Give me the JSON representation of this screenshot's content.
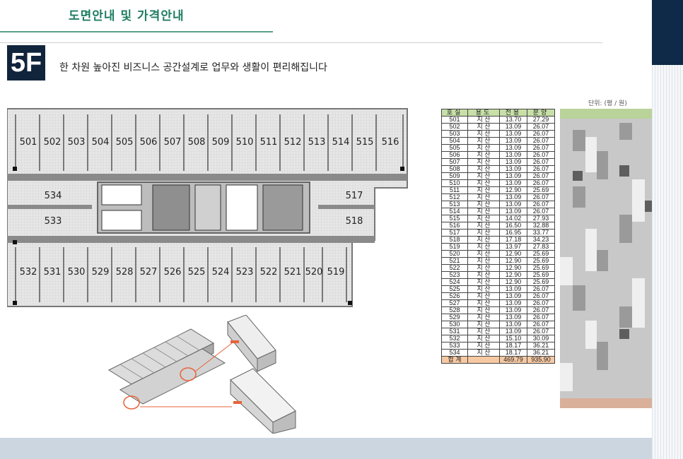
{
  "header": {
    "section_title": "도면안내 및 가격안내",
    "floor_badge": "5F",
    "tagline": "한 차원 높아진 비즈니스 공간설계로 업무와 생활이 편리해집니다"
  },
  "unit_note": "단위: (평 / 원)",
  "floor_plan": {
    "top_rooms": [
      "501",
      "502",
      "503",
      "504",
      "505",
      "506",
      "507",
      "508",
      "509",
      "510",
      "511",
      "512",
      "513",
      "514",
      "515",
      "516"
    ],
    "left_rooms": [
      "534",
      "533"
    ],
    "right_rooms": [
      "517",
      "518"
    ],
    "bottom_rooms": [
      "532",
      "531",
      "530",
      "529",
      "528",
      "527",
      "526",
      "525",
      "524",
      "523",
      "522",
      "521",
      "520",
      "519"
    ]
  },
  "price_table": {
    "headers": [
      "호실",
      "용도",
      "전용",
      "분양"
    ],
    "rows": [
      [
        "501",
        "지 산",
        "13.70",
        "27.29"
      ],
      [
        "502",
        "지 산",
        "13.09",
        "26.07"
      ],
      [
        "503",
        "지 산",
        "13.09",
        "26.07"
      ],
      [
        "504",
        "지 산",
        "13.09",
        "26.07"
      ],
      [
        "505",
        "지 산",
        "13.09",
        "26.07"
      ],
      [
        "506",
        "지 산",
        "13.09",
        "26.07"
      ],
      [
        "507",
        "지 산",
        "13.09",
        "26.07"
      ],
      [
        "508",
        "지 산",
        "13.09",
        "26.07"
      ],
      [
        "509",
        "지 산",
        "13.09",
        "26.07"
      ],
      [
        "510",
        "지 산",
        "13.09",
        "26.07"
      ],
      [
        "511",
        "지 산",
        "12.90",
        "25.69"
      ],
      [
        "512",
        "지 산",
        "13.09",
        "26.07"
      ],
      [
        "513",
        "지 산",
        "13.09",
        "26.07"
      ],
      [
        "514",
        "지 산",
        "13.09",
        "26.07"
      ],
      [
        "515",
        "지 산",
        "14.02",
        "27.93"
      ],
      [
        "516",
        "지 산",
        "16.50",
        "32.88"
      ],
      [
        "517",
        "지 산",
        "16.95",
        "33.77"
      ],
      [
        "518",
        "지 산",
        "17.18",
        "34.23"
      ],
      [
        "519",
        "지 산",
        "13.97",
        "27.83"
      ],
      [
        "520",
        "지 산",
        "12.90",
        "25.69"
      ],
      [
        "521",
        "지 산",
        "12.90",
        "25.69"
      ],
      [
        "522",
        "지 산",
        "12.90",
        "25.69"
      ],
      [
        "523",
        "지 산",
        "12.90",
        "25.69"
      ],
      [
        "524",
        "지 산",
        "12.90",
        "25.69"
      ],
      [
        "525",
        "지 산",
        "13.09",
        "26.07"
      ],
      [
        "526",
        "지 산",
        "13.09",
        "26.07"
      ],
      [
        "527",
        "지 산",
        "13.09",
        "26.07"
      ],
      [
        "528",
        "지 산",
        "13.09",
        "26.07"
      ],
      [
        "529",
        "지 산",
        "13.09",
        "26.07"
      ],
      [
        "530",
        "지 산",
        "13.09",
        "26.07"
      ],
      [
        "531",
        "지 산",
        "13.09",
        "26.07"
      ],
      [
        "532",
        "지 산",
        "15.10",
        "30.09"
      ],
      [
        "533",
        "지 산",
        "18.17",
        "36.21"
      ],
      [
        "534",
        "지 산",
        "18.17",
        "36.21"
      ]
    ],
    "total": {
      "label": "합 계",
      "exclusive": "469.79",
      "sale": "935.90"
    }
  },
  "colors": {
    "title_green": "#1f7d62",
    "navy": "#10243c",
    "table_header_green": "#c7e0a8",
    "table_total_orange": "#f7c9a3",
    "callout_orange": "#e8633a"
  }
}
